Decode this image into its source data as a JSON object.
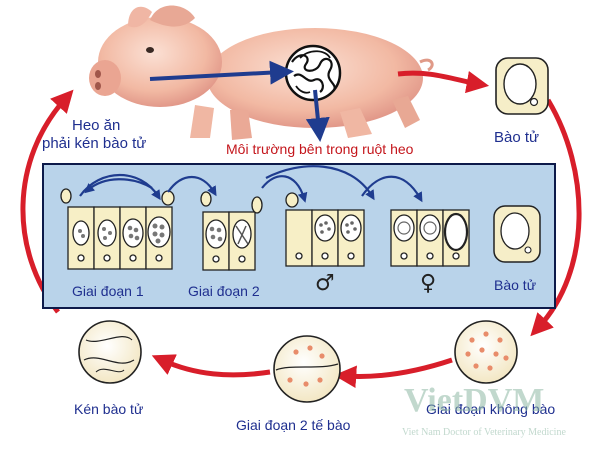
{
  "labels": {
    "pig_eats_cyst": [
      "Heo ăn",
      "phải kén bào tử"
    ],
    "pig_intestine": "Môi trường bên trong ruột heo",
    "spore_top": "Bào tử",
    "stage1": "Giai đoạn 1",
    "stage2": "Giai đoạn 2",
    "male_symbol": "♂",
    "female_symbol": "♀",
    "spore_inner": "Bào tử",
    "cyst": "Kén bào tử",
    "stage2_cells": "Giai đoạn 2 tế bào",
    "no_cell_stage": "Giai đoạn không bào"
  },
  "watermark": {
    "logo": "VietDVM",
    "tagline": "Viet Nam Doctor of Veterinary Medicine"
  },
  "colors": {
    "panel": "#b9d3ea",
    "cycle_arrow": "#d81e2a",
    "inner_arrow": "#1f3c8f",
    "label_blue": "#1f2f8f",
    "label_red": "#c4161c",
    "cell_fill": "#f7efc6"
  }
}
